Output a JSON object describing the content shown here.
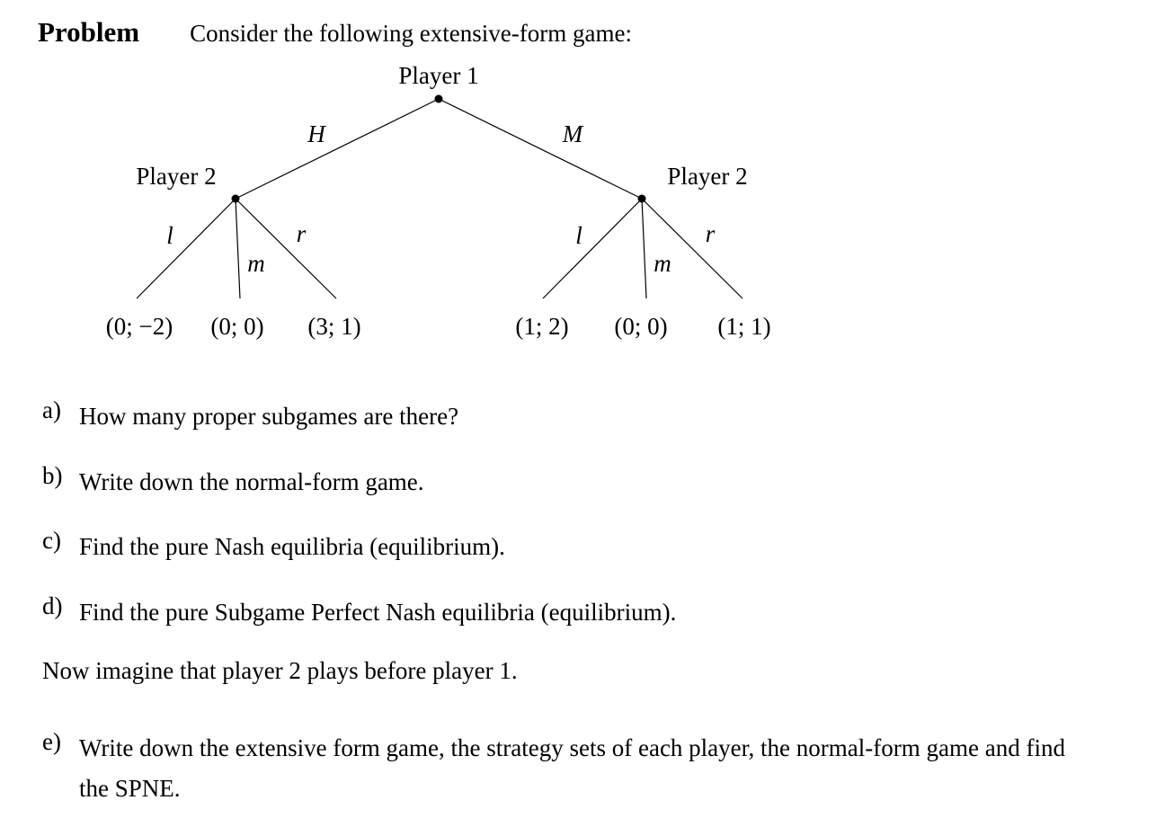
{
  "header": {
    "title": "Problem",
    "intro": "Consider the following extensive-form game:"
  },
  "tree": {
    "root_label": "Player 1",
    "left_node_label": "Player 2",
    "right_node_label": "Player 2",
    "edges": {
      "root_left": "H",
      "root_right": "M",
      "left": [
        "l",
        "m",
        "r"
      ],
      "right": [
        "l",
        "m",
        "r"
      ]
    },
    "payoffs": {
      "left": [
        "(0; −2)",
        "(0; 0)",
        "(3; 1)"
      ],
      "right": [
        "(1; 2)",
        "(0; 0)",
        "(1; 1)"
      ]
    }
  },
  "questions": [
    {
      "label": "a)",
      "text": "How many proper subgames are there?"
    },
    {
      "label": "b)",
      "text": "Write down the normal-form game."
    },
    {
      "label": "c)",
      "text": "Find the pure Nash equilibria (equilibrium)."
    },
    {
      "label": "d)",
      "text": "Find the pure Subgame Perfect Nash equilibria (equilibrium)."
    },
    {
      "label": "e)",
      "text": "Write down the extensive form game, the strategy sets of each player, the normal-form game and find the SPNE."
    }
  ],
  "note": "Now imagine that player 2 plays before player 1."
}
